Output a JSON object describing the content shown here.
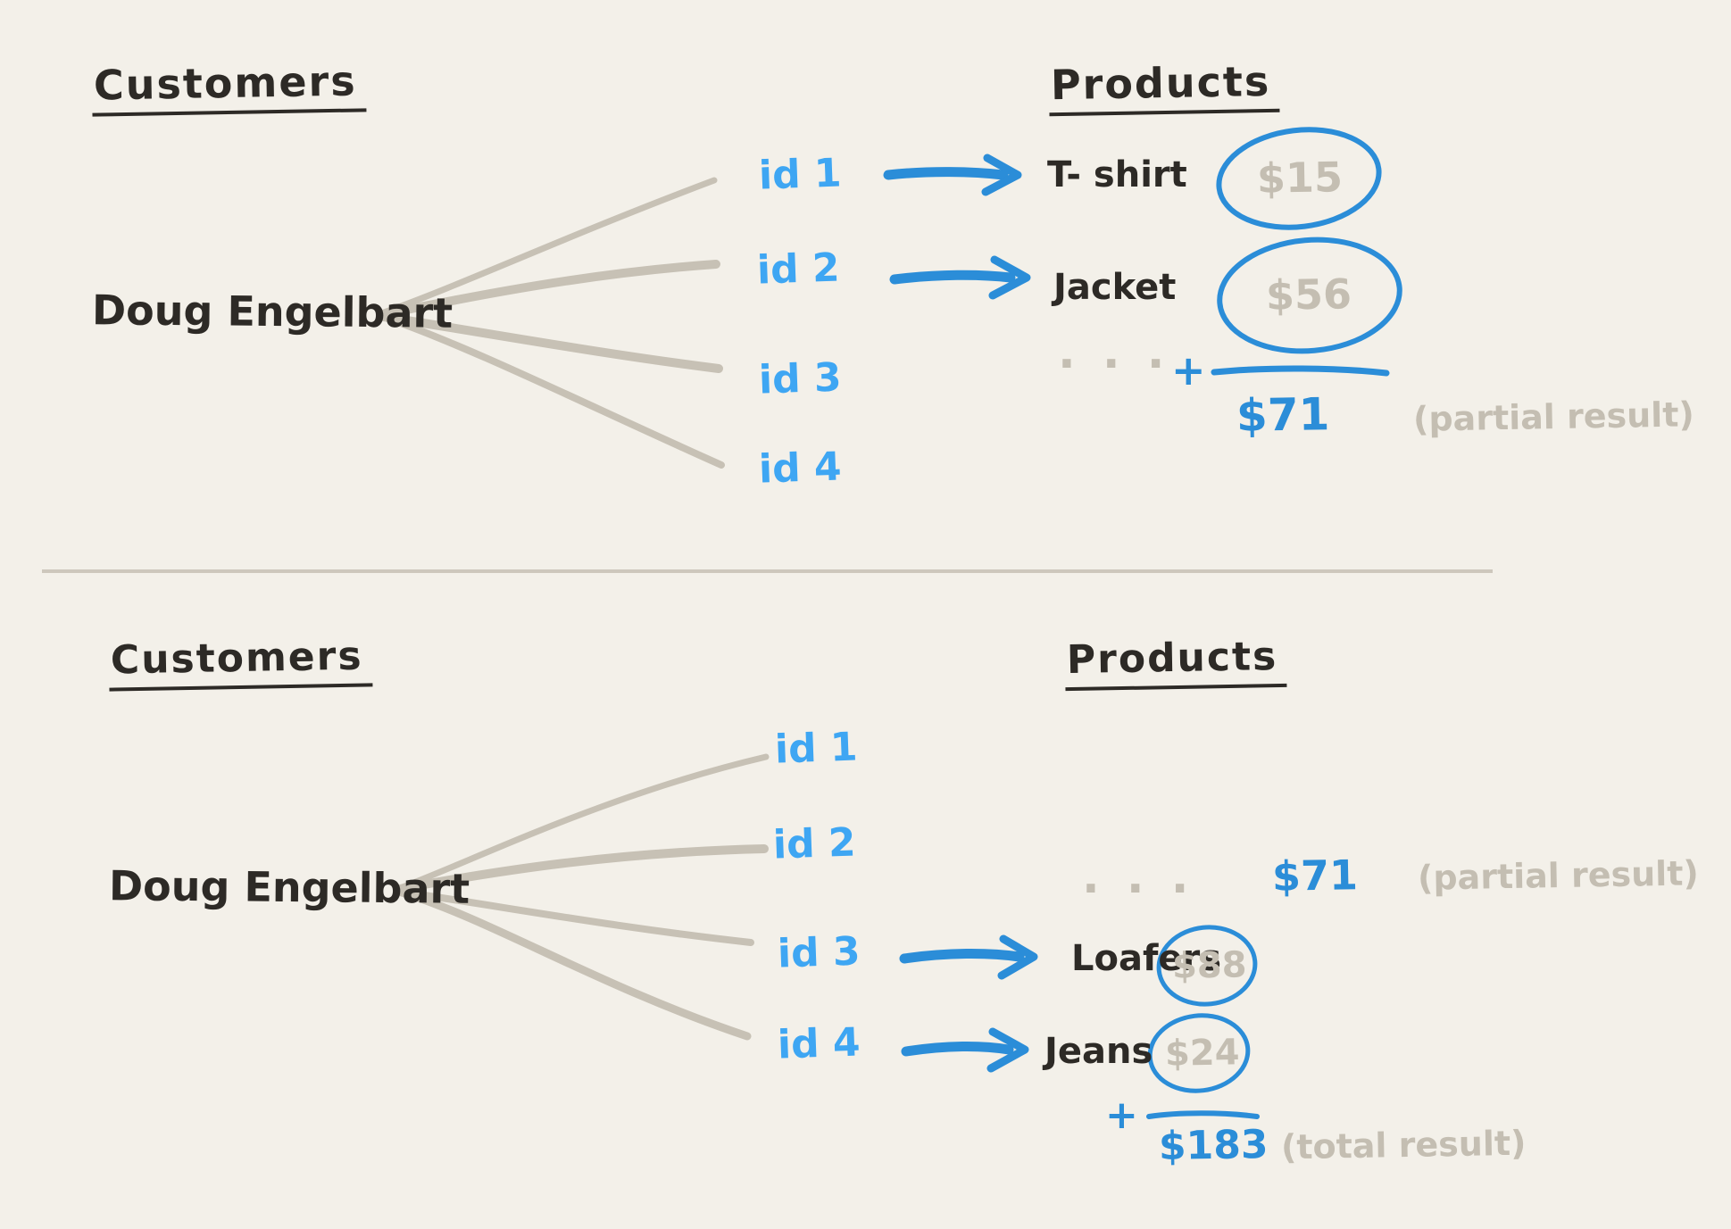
{
  "colors": {
    "background": "#f3f0e9",
    "ink": "#2d2a26",
    "muted": "#c4beb2",
    "line_gray": "#c7c1b5",
    "blue": "#2b8dd8",
    "light_blue": "#3ea6f3",
    "divider": "#cdc7bc"
  },
  "top_panel": {
    "customers_heading": "Customers",
    "products_heading": "Products",
    "customer_name": "Doug Engelbart",
    "id1": "id 1",
    "id2": "id 2",
    "id3": "id 3",
    "id4": "id 4",
    "product1": "T- shirt",
    "price1": "$15",
    "product2": "Jacket",
    "price2": "$56",
    "ellipsis": "· · ·",
    "plus": "+",
    "partial_total": "$71",
    "partial_note": "(partial result)"
  },
  "bottom_panel": {
    "customers_heading": "Customers",
    "products_heading": "Products",
    "customer_name": "Doug Engelbart",
    "id1": "id 1",
    "id2": "id 2",
    "id3": "id 3",
    "id4": "id 4",
    "ellipsis": "· · ·",
    "carryover_total": "$71",
    "carryover_note": "(partial result)",
    "product3": "Loafers",
    "price3": "$88",
    "product4": "Jeans",
    "price4": "$24",
    "plus": "+",
    "grand_total": "$183",
    "total_note": "(total result)"
  }
}
